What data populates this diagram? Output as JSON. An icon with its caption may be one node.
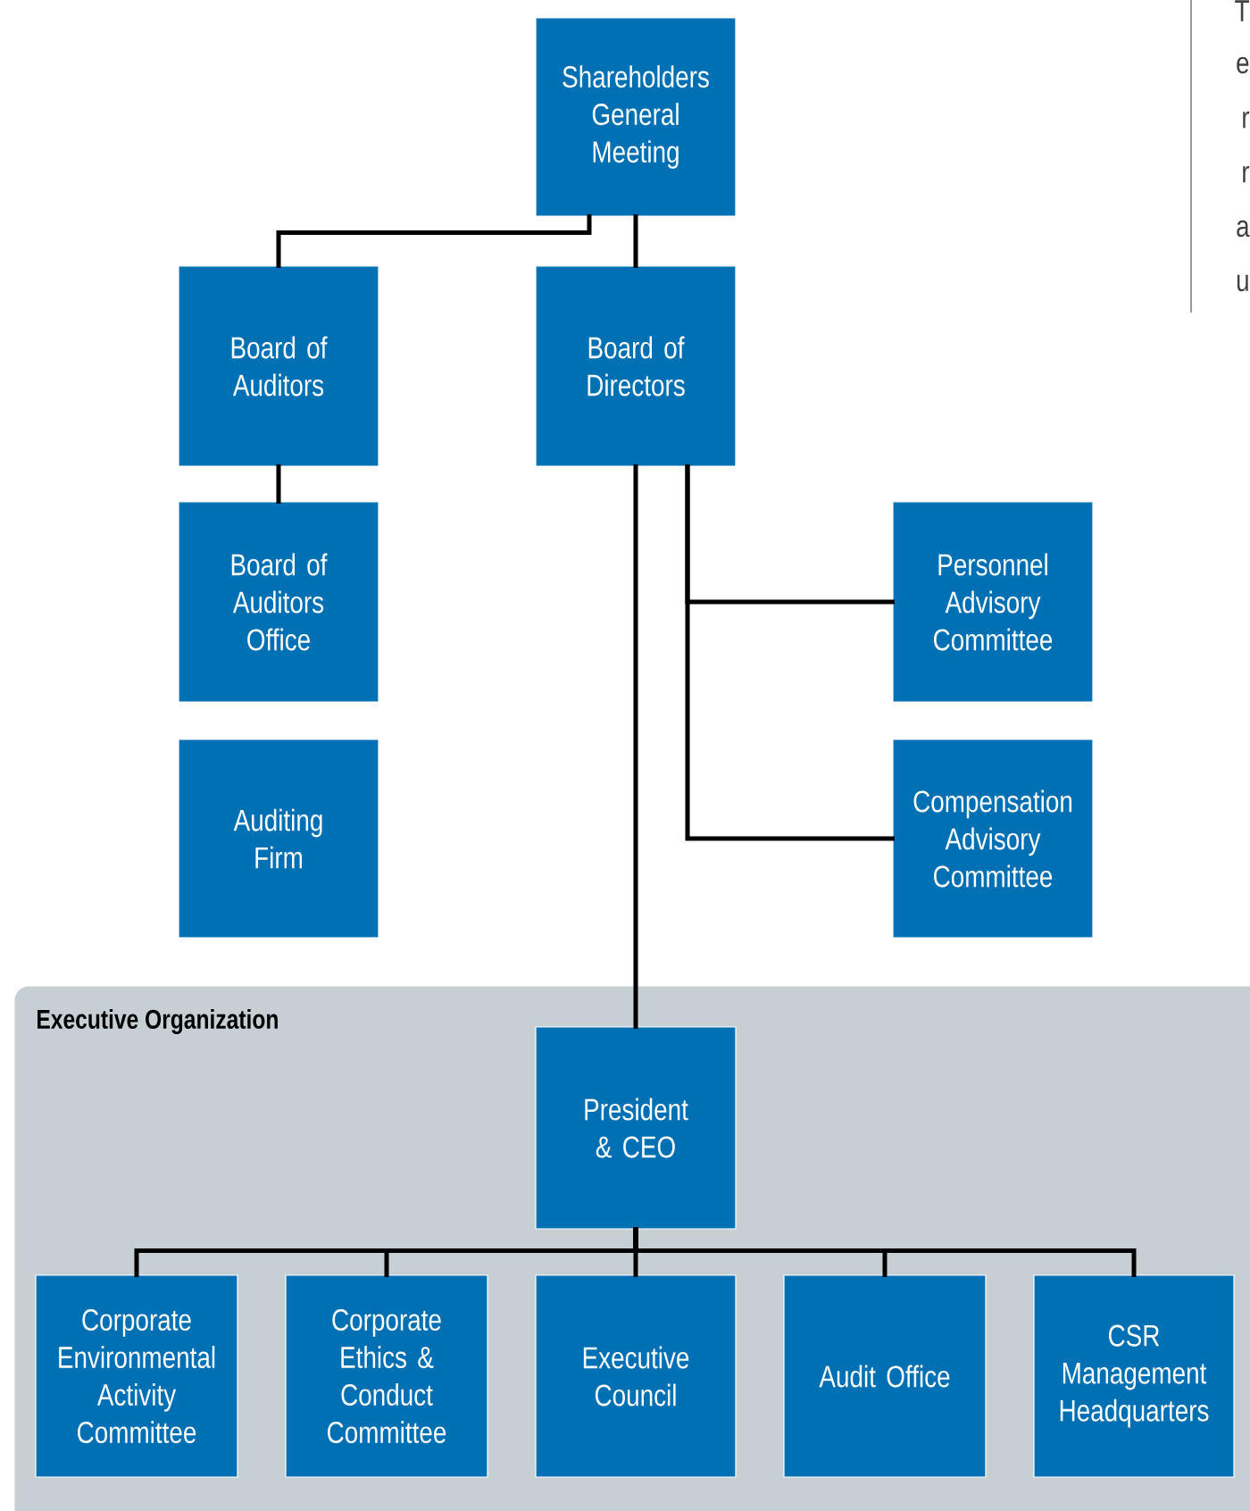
{
  "diagram": {
    "nodes": [
      {
        "text": [
          "Shareholders General Meeting"
        ]
      },
      {
        "text": [
          "Board of Auditors"
        ]
      },
      {
        "text": [
          "Board of Directors"
        ]
      },
      {
        "text": [
          "Board of Auditors Office"
        ]
      },
      {
        "text": [
          "Personnel Advisory Committee"
        ]
      },
      {
        "text": [
          "Auditing Firm"
        ]
      },
      {
        "text": [
          "Compensation Advisory Committee"
        ]
      },
      {
        "text": [
          "Executive Organization"
        ]
      },
      {
        "text": [
          "President & CEO"
        ],
        "in": 7
      },
      {
        "text": [
          "Corporate Environmental Activity Committee"
        ],
        "in": 7
      },
      {
        "text": [
          "Corporate Ethics & Conduct Committee"
        ],
        "in": 7
      },
      {
        "text": [
          "Executive Council"
        ],
        "in": 7
      },
      {
        "text": [
          "Audit Office"
        ],
        "in": 7
      },
      {
        "text": [
          "CSR Management Headquarters"
        ],
        "in": 7
      }
    ],
    "edges": [
      {
        "from": 0,
        "to": 1,
        "arrow": "none"
      },
      {
        "from": 0,
        "to": 2,
        "arrow": "none"
      },
      {
        "from": 1,
        "to": 3,
        "arrow": "none"
      },
      {
        "from": 2,
        "to": 4,
        "arrow": "none"
      },
      {
        "from": 2,
        "to": 6,
        "arrow": "none"
      },
      {
        "from": 2,
        "to": 8,
        "arrow": "none"
      },
      {
        "from": 8,
        "to": 9,
        "arrow": "none"
      },
      {
        "from": 8,
        "to": 10,
        "arrow": "none"
      },
      {
        "from": 8,
        "to": 11,
        "arrow": "none"
      },
      {
        "from": 8,
        "to": 12,
        "arrow": "none"
      },
      {
        "from": 8,
        "to": 13,
        "arrow": "none"
      }
    ],
    "labels": [
      "T",
      "e",
      "r",
      "r",
      "a",
      "u"
    ]
  }
}
